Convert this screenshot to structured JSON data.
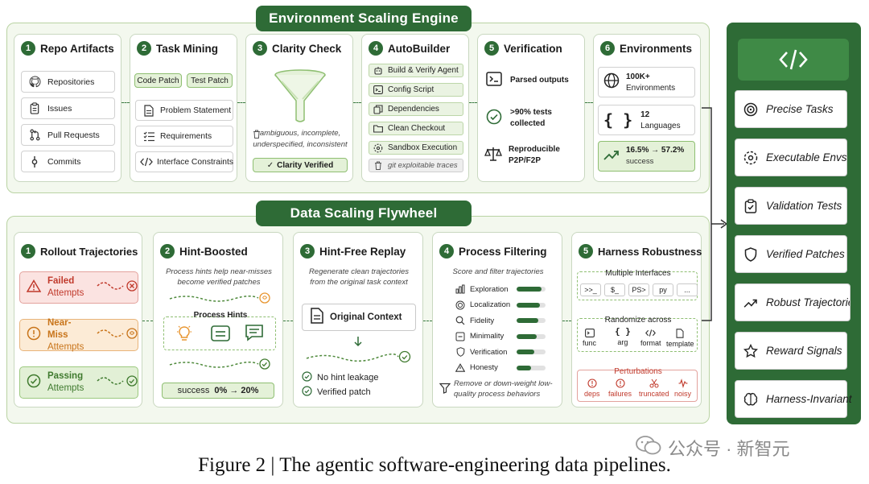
{
  "sections": {
    "top": "Environment Scaling Engine",
    "bottom": "Data Scaling Flywheel"
  },
  "engine": {
    "repo": {
      "num": "1",
      "title": "Repo Artifacts",
      "items": [
        {
          "label": "Repositories",
          "icon": "github-icon"
        },
        {
          "label": "Issues",
          "icon": "clipboard-icon"
        },
        {
          "label": "Pull Requests",
          "icon": "pull-request-icon"
        },
        {
          "label": "Commits",
          "icon": "commit-icon"
        }
      ]
    },
    "mining": {
      "num": "2",
      "title": "Task Mining",
      "tags": [
        "Code Patch",
        "Test Patch"
      ],
      "items": [
        {
          "label": "Problem Statement",
          "icon": "document-icon"
        },
        {
          "label": "Requirements",
          "icon": "checklist-icon"
        },
        {
          "label": "Interface Constraints",
          "icon": "code-icon"
        }
      ]
    },
    "clarity": {
      "num": "3",
      "title": "Clarity Check",
      "filter_text": "ambiguous, incomplete, underspecified, inconsistent",
      "verified": "Clarity Verified"
    },
    "autobuilder": {
      "num": "4",
      "title": "AutoBuilder",
      "items": [
        {
          "label": "Build & Verify Agent",
          "icon": "robot-icon"
        },
        {
          "label": "Config Script",
          "icon": "terminal-icon"
        },
        {
          "label": "Dependencies",
          "icon": "layers-icon"
        },
        {
          "label": "Clean Checkout",
          "icon": "folder-icon"
        },
        {
          "label": "Sandbox Execution",
          "icon": "sandbox-icon"
        }
      ],
      "exploit": "git exploitable traces"
    },
    "verification": {
      "num": "5",
      "title": "Verification",
      "items": [
        {
          "label": "Parsed outputs",
          "icon": "terminal-icon"
        },
        {
          "label": ">90% tests collected",
          "icon": "check-circle-icon"
        },
        {
          "label": "Reproducible P2P/F2P",
          "icon": "scale-icon"
        }
      ]
    },
    "environments": {
      "num": "6",
      "title": "Environments",
      "env_count": "100K+",
      "env_label": "Environments",
      "lang_count": "12",
      "lang_label": "Languages",
      "success_range": "16.5% → 57.2%",
      "success_label": "success"
    }
  },
  "flywheel": {
    "rollout": {
      "num": "1",
      "title": "Rollout Trajectories",
      "attempts": [
        {
          "line1": "Failed",
          "line2": "Attempts"
        },
        {
          "line1": "Near-Miss",
          "line2": "Attempts"
        },
        {
          "line1": "Passing",
          "line2": "Attempts"
        }
      ]
    },
    "hint": {
      "num": "2",
      "title": "Hint-Boosted",
      "desc": "Process hints help near-misses become verified patches",
      "hints_title": "Process Hints",
      "success_label": "success",
      "success_range": "0% → 20%"
    },
    "replay": {
      "num": "3",
      "title": "Hint-Free Replay",
      "desc": "Regenerate clean trajectories from the original task context",
      "context": "Original Context",
      "checks": [
        "No hint leakage",
        "Verified patch"
      ]
    },
    "filtering": {
      "num": "4",
      "title": "Process Filtering",
      "desc": "Score and filter trajectories",
      "metrics": [
        {
          "label": "Exploration",
          "icon": "bar-chart-icon",
          "level": 0.85
        },
        {
          "label": "Localization",
          "icon": "target-icon",
          "level": 0.8
        },
        {
          "label": "Fidelity",
          "icon": "search-icon",
          "level": 0.75
        },
        {
          "label": "Minimality",
          "icon": "minimality-icon",
          "level": 0.7
        },
        {
          "label": "Verification",
          "icon": "shield-icon",
          "level": 0.6
        },
        {
          "label": "Honesty",
          "icon": "warning-icon",
          "level": 0.5
        }
      ],
      "footer": "Remove or down-weight low-quality process behaviors"
    },
    "harness": {
      "num": "5",
      "title": "Harness Robustness",
      "interfaces_title": "Multiple Interfaces",
      "interfaces": [
        ">>_",
        "$_",
        "PS>",
        "py",
        "..."
      ],
      "randomize_title": "Randomize across",
      "randomize": [
        {
          "label": "func",
          "icon": "terminal-icon"
        },
        {
          "label": "arg",
          "icon": "braces-icon"
        },
        {
          "label": "format",
          "icon": "code-icon"
        },
        {
          "label": "template",
          "icon": "document-icon"
        }
      ],
      "perturb_title": "Perturbations",
      "perturbations": [
        {
          "label": "deps",
          "icon": "alert-icon"
        },
        {
          "label": "failures",
          "icon": "alert-icon"
        },
        {
          "label": "truncated",
          "icon": "scissors-icon"
        },
        {
          "label": "noisy",
          "icon": "noise-icon"
        }
      ]
    }
  },
  "outputs": {
    "items": [
      {
        "label": "Precise Tasks",
        "icon": "target-icon"
      },
      {
        "label": "Executable Envs",
        "icon": "sandbox-icon"
      },
      {
        "label": "Validation Tests",
        "icon": "clipboard-check-icon"
      },
      {
        "label": "Verified Patches",
        "icon": "shield-icon"
      },
      {
        "label": "Robust Trajectories",
        "icon": "trend-icon"
      },
      {
        "label": "Reward Signals",
        "icon": "star-icon"
      },
      {
        "label": "Harness-Invariant",
        "icon": "brain-icon"
      }
    ]
  },
  "caption": "Figure 2 | The agentic software-engineering data pipelines.",
  "watermark": "公众号 · 新智元",
  "colors": {
    "green_dark": "#2e6b36",
    "green_light": "#e4f1d8",
    "fail": "#d9534f",
    "near_miss": "#e8952f",
    "pass": "#4f8a3c"
  }
}
